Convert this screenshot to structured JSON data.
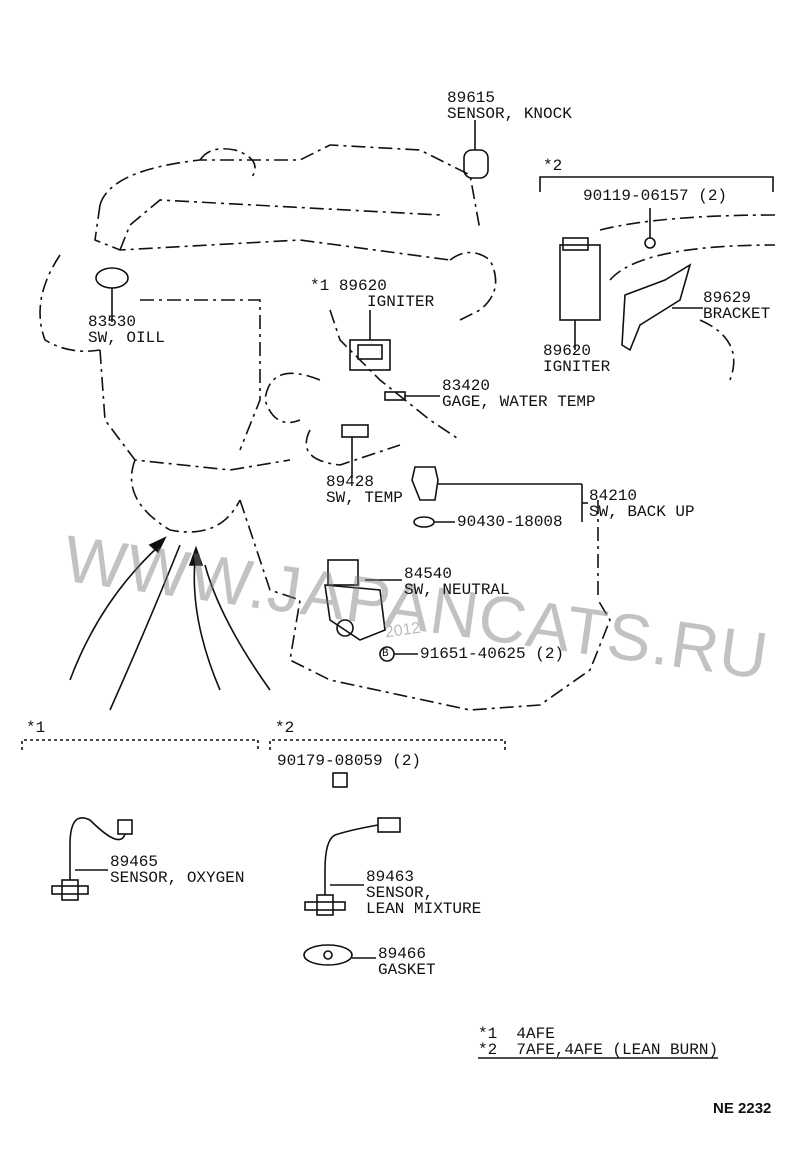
{
  "parts": {
    "knock_sensor": {
      "number": "89615",
      "name": "SENSOR, KNOCK"
    },
    "igniter_4afe": {
      "note": "*1",
      "number": "89620",
      "name": "IGNITER"
    },
    "oil_switch": {
      "number": "83530",
      "name": "SW, OILL"
    },
    "bolt_igniter": {
      "number": "90119-06157 (2)"
    },
    "bracket": {
      "number": "89629",
      "name": "BRACKET"
    },
    "igniter_lean": {
      "number": "89620",
      "name": "IGNITER"
    },
    "water_temp_gage": {
      "number": "83420",
      "name": "GAGE, WATER TEMP"
    },
    "temp_switch": {
      "number": "89428",
      "name": "SW, TEMP"
    },
    "backup_switch": {
      "number": "84210",
      "name": "SW, BACK UP"
    },
    "gasket_backup": {
      "number": "90430-18008"
    },
    "neutral_switch": {
      "number": "84540",
      "name": "SW, NEUTRAL"
    },
    "bolt_neutral": {
      "marker": "B",
      "number": "91651-40625 (2)"
    },
    "nut_lean": {
      "number": "90179-08059 (2)"
    },
    "oxygen_sensor": {
      "number": "89465",
      "name": "SENSOR, OXYGEN"
    },
    "lean_sensor": {
      "number": "89463",
      "name1": "SENSOR,",
      "name2": "LEAN MIXTURE"
    },
    "gasket_sensor": {
      "number": "89466",
      "name": "GASKET"
    }
  },
  "groups": {
    "g1": "*1",
    "g2": "*2"
  },
  "legend": {
    "line1": "*1  4AFE",
    "line2": "*2  7AFE,4AFE (LEAN BURN)"
  },
  "diagram_code": "NE 2232",
  "watermark": {
    "text": "WWW.JAPANCATS.RU",
    "year": "2012"
  }
}
